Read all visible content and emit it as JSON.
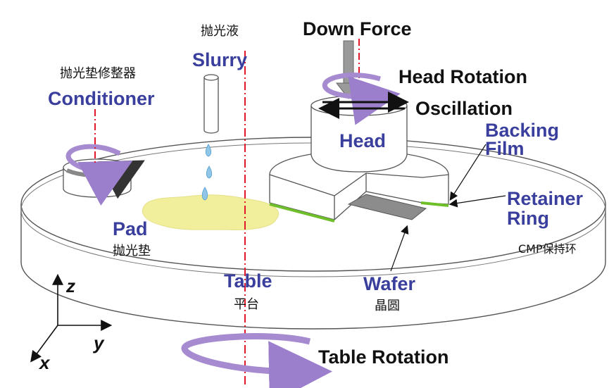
{
  "labels": {
    "slurry_cn": "抛光液",
    "slurry": "Slurry",
    "down_force": "Down Force",
    "head_rotation": "Head Rotation",
    "oscillation": "Oscillation",
    "conditioner_cn": "抛光垫修整器",
    "conditioner": "Conditioner",
    "head": "Head",
    "backing_film": "Backing\nFilm",
    "retainer_ring": "Retainer\nRing",
    "retainer_cn": "CMP保持环",
    "pad": "Pad",
    "pad_cn": "抛光垫",
    "table": "Table",
    "table_cn": "平台",
    "wafer": "Wafer",
    "wafer_cn": "晶圆",
    "table_rotation": "Table Rotation",
    "axis_z": "z",
    "axis_y": "y",
    "axis_x": "x"
  },
  "colors": {
    "label_blue": "#3a3f9e",
    "rotation_arrow": "#a78bd0",
    "slurry_pool": "#f1ee9c",
    "centerline": "#e0182a",
    "green_film": "#6fbf2a",
    "wafer_gray": "#8c8c8c"
  }
}
